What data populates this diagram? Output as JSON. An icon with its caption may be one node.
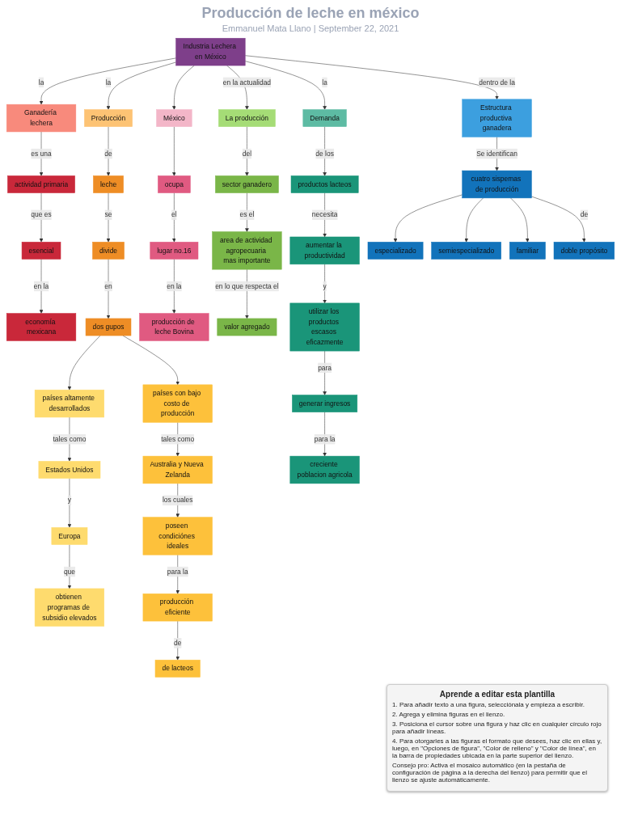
{
  "diagram": {
    "title": "Producción de leche en méxico",
    "caption": "Emmanuel Mata Llano | September 22, 2021",
    "nodes": [
      {
        "text": [
          "Industria Lechera en México"
        ]
      },
      {
        "text": [
          "Ganadería lechera"
        ]
      },
      {
        "text": [
          "Producción"
        ]
      },
      {
        "text": [
          "México"
        ]
      },
      {
        "text": [
          "La producción"
        ]
      },
      {
        "text": [
          "Demanda"
        ]
      },
      {
        "text": [
          "Estructura productiva ganadera"
        ]
      },
      {
        "text": [
          "actividad primaria"
        ]
      },
      {
        "text": [
          "esencial"
        ]
      },
      {
        "text": [
          "economía mexicana"
        ]
      },
      {
        "text": [
          "leche"
        ]
      },
      {
        "text": [
          "divide"
        ]
      },
      {
        "text": [
          "dos gupos"
        ]
      },
      {
        "text": [
          "países altamente desarrollados"
        ]
      },
      {
        "text": [
          "Estados Unidos"
        ]
      },
      {
        "text": [
          "Europa"
        ]
      },
      {
        "text": [
          "obtienen programas de subsidio elevados"
        ]
      },
      {
        "text": [
          "países con bajo costo de producción"
        ]
      },
      {
        "text": [
          "Australia y Nueva Zelanda"
        ]
      },
      {
        "text": [
          "poseen condiciónes ideales"
        ]
      },
      {
        "text": [
          "producción eficiente"
        ]
      },
      {
        "text": [
          "de lacteos"
        ]
      },
      {
        "text": [
          "ocupa"
        ]
      },
      {
        "text": [
          "lugar no.16"
        ]
      },
      {
        "text": [
          "producción de leche Bovina"
        ]
      },
      {
        "text": [
          "sector ganadero"
        ]
      },
      {
        "text": [
          "area de actividad agropecuaria mas importante"
        ]
      },
      {
        "text": [
          "valor agregado"
        ]
      },
      {
        "text": [
          "productos lacteos"
        ]
      },
      {
        "text": [
          "aumentar la productividad"
        ]
      },
      {
        "text": [
          "utilizar los productos escasos eficazmente"
        ]
      },
      {
        "text": [
          "generar ingresos"
        ]
      },
      {
        "text": [
          "creciente poblacion agricola"
        ]
      },
      {
        "text": [
          "cuatro sispemas de producción"
        ]
      },
      {
        "text": [
          "especializado"
        ]
      },
      {
        "text": [
          "semiespecializado"
        ]
      },
      {
        "text": [
          "familiar"
        ]
      },
      {
        "text": [
          "doble propósito"
        ]
      }
    ],
    "labels": [
      "Aprende a editar esta plantilla",
      "1. Para añadir texto a una figura, selecciónala y empieza a escribir.",
      "2. Agrega y elimina figuras en el lienzo.",
      "3. Posiciona el cursor sobre una figura y haz clic en cualquier círculo rojo para añadir líneas.",
      "4. Para otorgarles a las figuras el formato que desees, haz clic en ellas y, luego, en \"Opciones de figura\", \"Color de relleno\" y \"Color de línea\", en la barra de propiedades ubicada en la parte superior del lienzo.",
      "Consejo pro: Activa el mosaico automático (en la pestaña de configuración de página a la derecha del lienzo) para permitir que el lienzo se ajuste automáticamente."
    ],
    "edges": [
      {
        "from": 0,
        "to": 1,
        "arrow": "to",
        "label": "la"
      },
      {
        "from": 0,
        "to": 2,
        "arrow": "to",
        "label": "la"
      },
      {
        "from": 0,
        "to": 3,
        "arrow": "to"
      },
      {
        "from": 0,
        "to": 4,
        "arrow": "to",
        "label": "en la actualidad"
      },
      {
        "from": 0,
        "to": 5,
        "arrow": "to",
        "label": "la"
      },
      {
        "from": 0,
        "to": 6,
        "arrow": "to",
        "label": "dentro de la"
      },
      {
        "from": 1,
        "to": 7,
        "arrow": "to",
        "label": "es una"
      },
      {
        "from": 7,
        "to": 8,
        "arrow": "to",
        "label": "que es"
      },
      {
        "from": 8,
        "to": 9,
        "arrow": "to",
        "label": "en la"
      },
      {
        "from": 2,
        "to": 10,
        "arrow": "to",
        "label": "de"
      },
      {
        "from": 10,
        "to": 11,
        "arrow": "to",
        "label": "se"
      },
      {
        "from": 11,
        "to": 12,
        "arrow": "to",
        "label": "en"
      },
      {
        "from": 12,
        "to": 13,
        "arrow": "to"
      },
      {
        "from": 12,
        "to": 17,
        "arrow": "to"
      },
      {
        "from": 13,
        "to": 14,
        "arrow": "to",
        "label": "tales como"
      },
      {
        "from": 14,
        "to": 15,
        "arrow": "to",
        "label": "y"
      },
      {
        "from": 15,
        "to": 16,
        "arrow": "to",
        "label": "que"
      },
      {
        "from": 17,
        "to": 18,
        "arrow": "to",
        "label": "tales como"
      },
      {
        "from": 18,
        "to": 19,
        "arrow": "to",
        "label": "los cuales"
      },
      {
        "from": 19,
        "to": 20,
        "arrow": "to",
        "label": "para la"
      },
      {
        "from": 20,
        "to": 21,
        "arrow": "to",
        "label": "de"
      },
      {
        "from": 3,
        "to": 22,
        "arrow": "to"
      },
      {
        "from": 22,
        "to": 23,
        "arrow": "to",
        "label": "el"
      },
      {
        "from": 23,
        "to": 24,
        "arrow": "to",
        "label": "en la"
      },
      {
        "from": 4,
        "to": 25,
        "arrow": "to",
        "label": "del"
      },
      {
        "from": 25,
        "to": 26,
        "arrow": "to",
        "label": "es el"
      },
      {
        "from": 26,
        "to": 27,
        "arrow": "to",
        "label": "en lo que respecta el"
      },
      {
        "from": 5,
        "to": 28,
        "arrow": "to",
        "label": "de los"
      },
      {
        "from": 28,
        "to": 29,
        "arrow": "to",
        "label": "necesita"
      },
      {
        "from": 29,
        "to": 30,
        "arrow": "to",
        "label": "y"
      },
      {
        "from": 30,
        "to": 31,
        "arrow": "to",
        "label": "para"
      },
      {
        "from": 31,
        "to": 32,
        "arrow": "to",
        "label": "para la"
      },
      {
        "from": 6,
        "to": 33,
        "arrow": "to",
        "label": "Se identifican"
      },
      {
        "from": 33,
        "to": 34,
        "arrow": "to"
      },
      {
        "from": 33,
        "to": 35,
        "arrow": "to"
      },
      {
        "from": 33,
        "to": 36,
        "arrow": "to"
      },
      {
        "from": 33,
        "to": 37,
        "arrow": "to",
        "label": "de"
      }
    ]
  }
}
